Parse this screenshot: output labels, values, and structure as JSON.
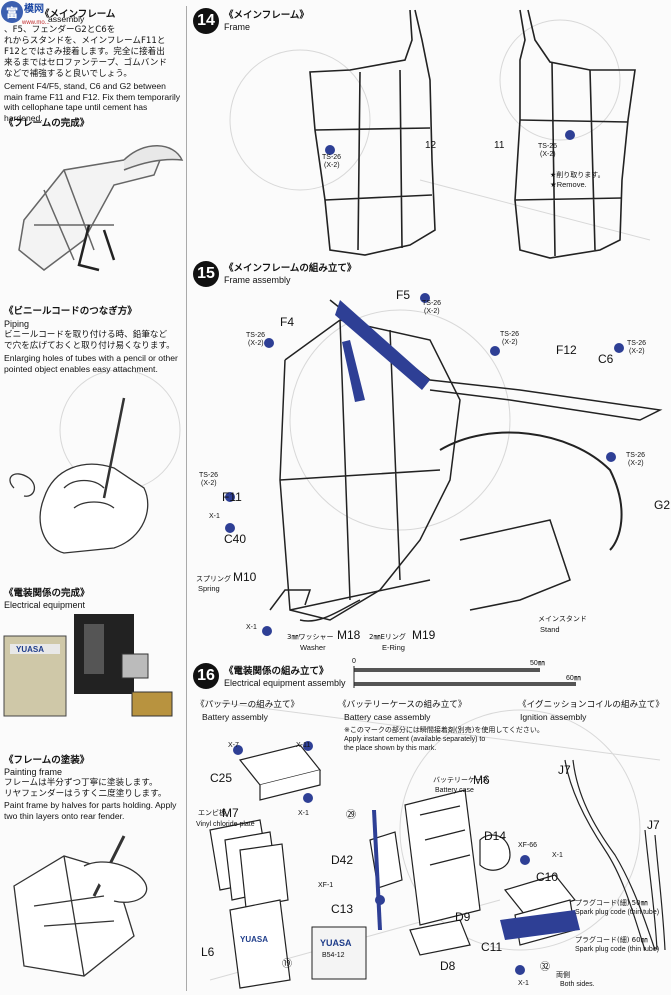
{
  "logo": {
    "text_top": "富",
    "text_brand": "模网",
    "url": "www.mo..."
  },
  "left": {
    "intro": {
      "jp_head": "《メインフレーム",
      "en_head": "assembly",
      "jp_body": [
        "、F5、フェンダーG2とC6を",
        "れからスタンドを、メインフレームF11と",
        "F12とではさみ接着します。完全に接着出",
        "来るまではセロファンテープ、ゴムバンド",
        "などで補強すると良いでしょう。"
      ],
      "en_body": "Cement F4/F5, stand, C6 and G2 between main frame F11 and F12. Fix them temporarily with cellophane tape until cement has hardened."
    },
    "frame_complete": {
      "jp": "《フレームの完成》"
    },
    "piping": {
      "jp_head": "《ビニールコードのつなぎ方》",
      "en_head": "Piping",
      "jp_body": [
        "ビニールコードを取り付ける時、鉛筆など",
        "で穴を広げておくと取り付け易くなります。"
      ],
      "en_body": "Enlarging holes of tubes with a pencil or other pointed object enables easy attachment."
    },
    "electrical": {
      "jp_head": "《電装関係の完成》",
      "en_head": "Electrical equipment",
      "battery_label": "YUASA"
    },
    "painting": {
      "jp_head": "《フレームの塗装》",
      "en_head": "Painting frame",
      "jp_body": [
        "フレームは半分ずつ丁寧に塗装します。",
        "リヤフェンダーはうすく二度塗りします。"
      ],
      "en_body": "Paint frame by halves for parts holding. Apply two thin layers onto rear fender."
    }
  },
  "step14": {
    "number": "14",
    "jp": "《メインフレーム》",
    "en": "Frame",
    "labels": {
      "part12": "12",
      "part11": "11",
      "ts_left": "TS-26",
      "ts_left_q": "(X-2)",
      "ts_right": "TS-26",
      "ts_right_q": "(X-2)",
      "remove_jp": "★削り取ります。",
      "remove_en": "★Remove."
    }
  },
  "step15": {
    "number": "15",
    "jp": "《メインフレームの組み立て》",
    "en": "Frame assembly",
    "labels": {
      "F5": "F5",
      "F4": "F4",
      "F12": "F12",
      "C6": "C6",
      "F11": "F11",
      "G2": "G2",
      "C40": "C40",
      "M10": "M10",
      "M18": "M18",
      "M19": "M19",
      "ts1": "TS-26",
      "ts1q": "(X-2)",
      "ts2": "TS-26",
      "ts2q": "(X-2)",
      "ts3": "TS-26",
      "ts3q": "(X-2)",
      "ts4": "TS-26",
      "ts4q": "(X-2)",
      "ts5": "TS-26",
      "ts5q": "(X-2)",
      "ts6": "TS-26",
      "ts6q": "(X-2)",
      "x1a": "X-1",
      "x1b": "X-1",
      "spring_jp": "スプリング",
      "spring_en": "Spring",
      "washer_jp": "3㎜ワッシャー",
      "washer_en": "Washer",
      "ering_jp": "2㎜Eリング",
      "ering_en": "E-Ring",
      "stand_jp": "メインスタンド",
      "stand_en": "Stand"
    }
  },
  "step16": {
    "number": "16",
    "jp": "《電装関係の組み立て》",
    "en": "Electrical equipment assembly",
    "scale": {
      "zero": "0",
      "mark50": "50㎜",
      "mark60": "60㎜"
    },
    "battery": {
      "jp": "《バッテリーの組み立て》",
      "en": "Battery assembly"
    },
    "battery_case": {
      "jp": "《バッテリーケースの組み立て》",
      "en": "Battery case assembly",
      "note_jp": "※このマークの部分には瞬間接着剤(別売)を使用してください。",
      "note_en": "Apply instant cement (available separately) to the place shown by this mark."
    },
    "ignition": {
      "jp": "《イグニッションコイルの組み立て》",
      "en": "Ignition assembly"
    },
    "labels": {
      "x7": "X-7",
      "x11": "X-11",
      "C25": "C25",
      "x1": "X-1",
      "M7_jp": "エンビ板",
      "M7": "M7",
      "M7_en": "Vinyl chloride plate",
      "L6": "L6",
      "yuasa": "YUASA",
      "decal": "B54-12",
      "decal_no": "⑲",
      "bc_jp": "バッテリーケース",
      "M6": "M6",
      "bc_en": "Battery case",
      "D14": "D14",
      "D42": "D42",
      "C13": "C13",
      "D9": "D9",
      "D8": "D8",
      "xf1": "XF-1",
      "xf66": "XF-66",
      "num29": "㉙",
      "J7a": "J7",
      "J7b": "J7",
      "plug50_jp": "プラグコード(細) 50㎜",
      "plug50_en": "Spark plug code (thin tube)",
      "plug60_jp": "プラグコード(細) 60㎜",
      "plug60_en": "Spark plug code (thin tube)",
      "C10": "C10",
      "C11": "C11",
      "x1c": "X-1",
      "x1d": "X-1",
      "both_jp": "両側",
      "both_en": "Both sides.",
      "num32": "㉜"
    }
  }
}
